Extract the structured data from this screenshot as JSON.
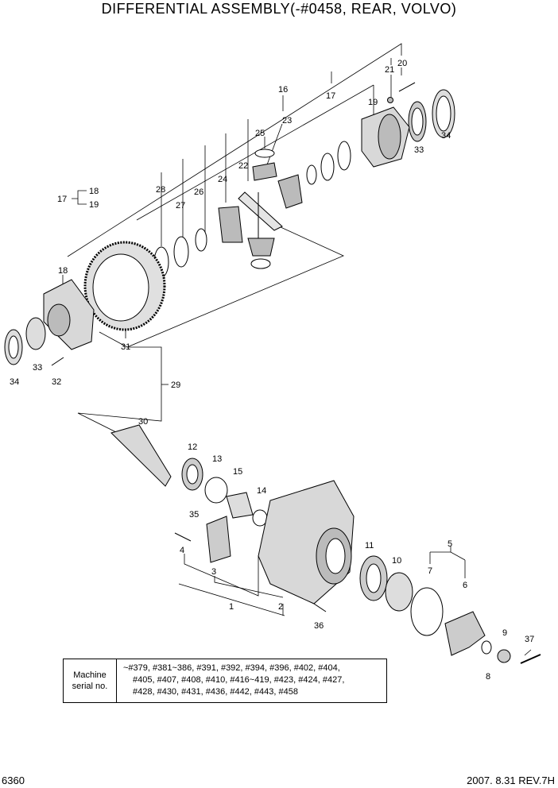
{
  "title": "DIFFERENTIAL ASSEMBLY(-#0458, REAR, VOLVO)",
  "callouts": [
    "1",
    "2",
    "3",
    "4",
    "5",
    "6",
    "7",
    "8",
    "9",
    "10",
    "11",
    "12",
    "13",
    "14",
    "15",
    "16",
    "17",
    "18",
    "19",
    "20",
    "21",
    "22",
    "23",
    "24",
    "25",
    "26",
    "27",
    "28",
    "29",
    "30",
    "31",
    "32",
    "33",
    "34",
    "35",
    "36",
    "37"
  ],
  "serial_box": {
    "label_line1": "Machine",
    "label_line2": "serial no.",
    "lines": [
      "~#379, #381~386, #391, #392, #394, #396, #402, #404,",
      "#405, #407, #408, #410, #416~419, #423, #424, #427,",
      "#428, #430, #431, #436, #442, #443, #458"
    ]
  },
  "footer": {
    "page_number": "6360",
    "revision": "2007. 8.31  REV.7H"
  }
}
